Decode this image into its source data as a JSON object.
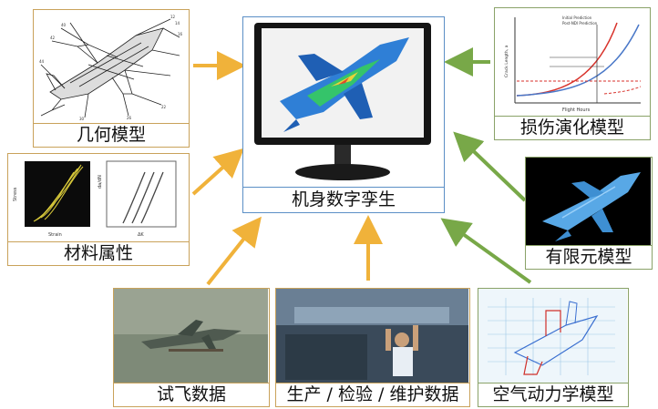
{
  "center": {
    "label": "机身数字孪生"
  },
  "nodes": {
    "geometry": "几何模型",
    "material": "材料属性",
    "damage": "损伤演化模型",
    "fem": "有限元模型",
    "flight": "试飞数据",
    "production": "生产 / 检验 / 维护数据",
    "aero": "空气动力学模型"
  },
  "material_plot": {
    "left_ylabel": "Stress",
    "left_xlabel": "Strain",
    "right_ylabel": "da/dN",
    "right_xlabel": "ΔK"
  },
  "damage_plot": {
    "ylabel": "Crack Length, a",
    "xlabel": "Flight Hours",
    "legend": [
      "Initial Prediction",
      "Post-NDI Prediction"
    ]
  },
  "colors": {
    "gold_arrow": "#f0b23a",
    "green_arrow": "#78a848",
    "gold_border": "#c9a25a",
    "green_border": "#8aa268",
    "center_border": "#5b8fc6"
  }
}
